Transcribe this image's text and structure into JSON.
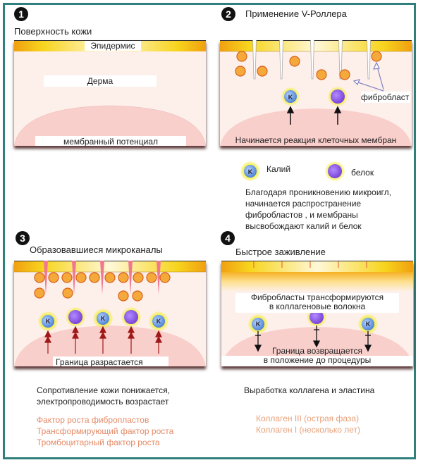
{
  "panels": [
    {
      "number": "1",
      "title": "Поверхность кожи",
      "labels": {
        "epidermis": "Эпидермис",
        "dermis": "Дерма",
        "membrane": "мембранный потенциал"
      }
    },
    {
      "number": "2",
      "title": "Применение V-Роллера",
      "labels": {
        "fibroblast": "фибробласт",
        "reaction": "Начинается реакция клеточных мембран",
        "potassium_symbol": "K"
      },
      "legend": {
        "potassium": "Калий",
        "protein": "белок",
        "potassium_symbol": "K"
      },
      "description": [
        "Благодаря проникновению микроигл,",
        "начинается распространение",
        "фибробластов , и мембраны",
        "высвобождают калий и белок"
      ]
    },
    {
      "number": "3",
      "title": "Образовавшиеся микроканалы",
      "labels": {
        "boundary": "Граница разрастается",
        "potassium_symbol": "K"
      },
      "description": [
        "Сопротивление кожи понижается,",
        "электропроводимость возрастает"
      ],
      "factors": [
        "Фактор роста фибропластов",
        "Трансформирующий фактор роста",
        "Тромбоцитарный фактор роста"
      ]
    },
    {
      "number": "4",
      "title": "Быстрое заживление",
      "labels": {
        "transform_line1": "Фибробласты трансформируются",
        "transform_line2": "в коллагеновые волокна",
        "return_line1": "Граница возвращается",
        "return_line2": "в положение до процедуры",
        "potassium_symbol": "K"
      },
      "description": "Выработка коллагена и эластина",
      "collagen": [
        "Коллаген III (острая фаза)",
        "Коллаген I (несколько лет)"
      ]
    }
  ],
  "colors": {
    "frame": "#2f7f7c",
    "epidermis": "#f6d21a",
    "dermis": "#fdf0eb",
    "membrane": "#f9cfcc",
    "fibroblast": "#f4a93a",
    "potassium": "#5b8fe0",
    "protein": "#8a5ae6",
    "halo": "#f3ee3a",
    "factor_text": "#e58a66",
    "collagen_text": "#e8a078"
  }
}
